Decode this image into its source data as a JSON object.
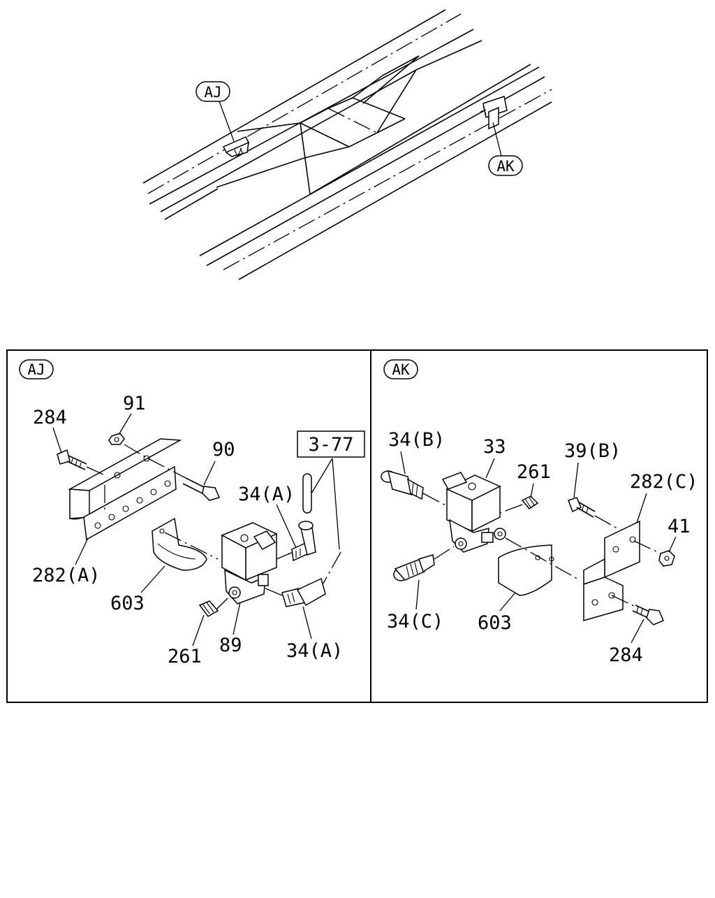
{
  "overview": {
    "callout_left": "AJ",
    "callout_right": "AK"
  },
  "panel_aj": {
    "tag": "AJ",
    "ref_box": "3-77",
    "labels": {
      "bolt_284": "284",
      "nut_91": "91",
      "bolt_90": "90",
      "fitting_34a_top": "34(A)",
      "bracket_282a": "282(A)",
      "cover_603": "603",
      "plug_261": "261",
      "valve_89": "89",
      "fitting_34a_bottom": "34(A)"
    }
  },
  "panel_ak": {
    "tag": "AK",
    "labels": {
      "fitting_34b": "34(B)",
      "valve_33": "33",
      "plug_261": "261",
      "bolt_39b": "39(B)",
      "bracket_282c": "282(C)",
      "nut_41": "41",
      "fitting_34c": "34(C)",
      "cover_603": "603",
      "bolt_284": "284"
    }
  }
}
